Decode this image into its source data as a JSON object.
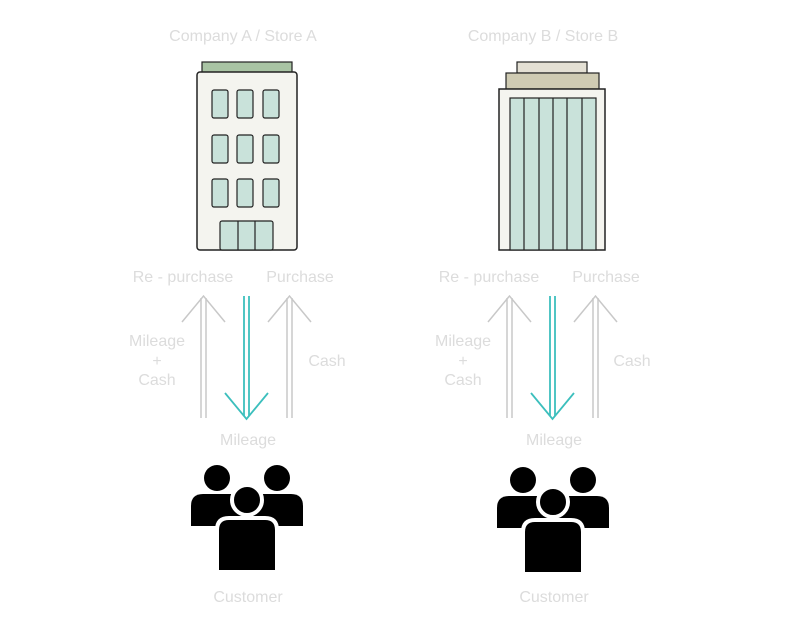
{
  "columns": [
    {
      "title": "Company A / Store A",
      "repurchase": "Re - purchase",
      "purchase": "Purchase",
      "mileage_cash_1": "Mileage",
      "mileage_cash_2": "+",
      "mileage_cash_3": "Cash",
      "cash": "Cash",
      "mileage": "Mileage",
      "customer": "Customer"
    },
    {
      "title": "Company B / Store B",
      "repurchase": "Re - purchase",
      "purchase": "Purchase",
      "mileage_cash_1": "Mileage",
      "mileage_cash_2": "+",
      "mileage_cash_3": "Cash",
      "cash": "Cash",
      "mileage": "Mileage",
      "customer": "Customer"
    }
  ],
  "colors": {
    "label": "#dcdcdc",
    "up_arrow": "#c8c8c8",
    "mileage_arrow": "#3cbfbd",
    "glass": "#c9e2da",
    "roof_a": "#a9c4a4",
    "roof_b_top": "#e4e0d4",
    "roof_b_mid": "#cfcbb3",
    "building_body": "#f4f4ef",
    "outline": "#222222",
    "people": "#000000"
  },
  "icons": [
    "office-building-icon",
    "glass-tower-icon",
    "customer-group-icon"
  ]
}
